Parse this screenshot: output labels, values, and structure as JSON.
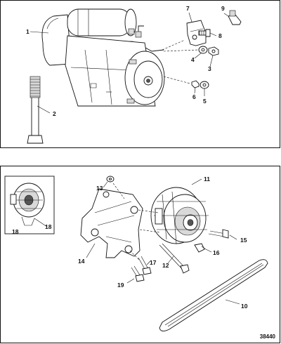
{
  "callouts_top": {
    "c1": "1",
    "c2": "2",
    "c3": "3",
    "c4": "4",
    "c5": "5",
    "c6": "6",
    "c7": "7",
    "c8": "8",
    "c9": "9"
  },
  "callouts_bottom": {
    "c10": "10",
    "c11": "11",
    "c12": "12",
    "c13": "13",
    "c14": "14",
    "c15": "15",
    "c16": "16",
    "c17": "17",
    "c18a": "18",
    "c18b": "18",
    "c19": "19"
  },
  "document_number": "38440"
}
